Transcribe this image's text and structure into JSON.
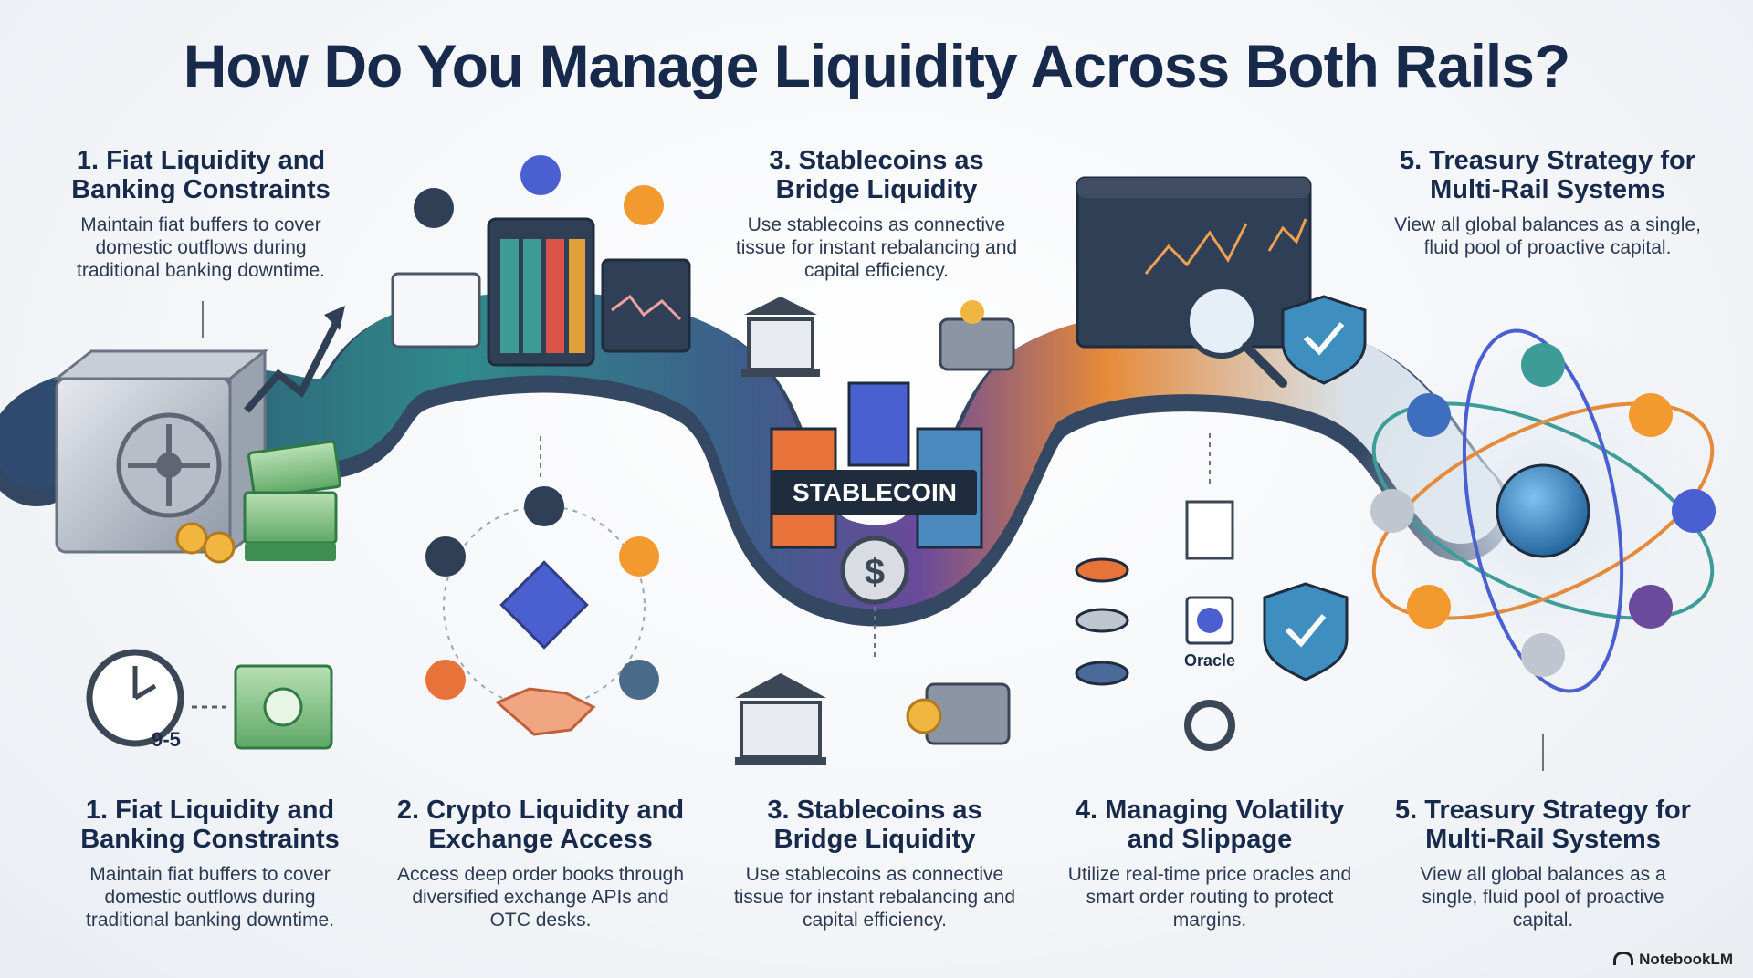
{
  "title": "How Do You Manage Liquidity Across Both Rails?",
  "top": [
    {
      "heading": "1. Fiat Liquidity and Banking Constraints",
      "desc": "Maintain fiat buffers to cover domestic outflows during traditional banking downtime."
    },
    {
      "heading": "3. Stablecoins as Bridge Liquidity",
      "desc": "Use stablecoins as connective tissue for instant rebalancing and capital efficiency."
    },
    {
      "heading": "5. Treasury Strategy for Multi-Rail Systems",
      "desc": "View all global balances as a single, fluid pool of proactive capital."
    }
  ],
  "bottom": [
    {
      "heading": "1. Fiat Liquidity and Banking Constraints",
      "desc": "Maintain fiat buffers to cover domestic outflows during traditional banking downtime."
    },
    {
      "heading": "2. Crypto Liquidity and Exchange Access",
      "desc": "Access deep order books through diversified exchange APIs and OTC desks."
    },
    {
      "heading": "3. Stablecoins as Bridge Liquidity",
      "desc": "Use stablecoins as connective tissue for instant rebalancing and capital efficiency."
    },
    {
      "heading": "4. Managing Volatility and Slippage",
      "desc": "Utilize real-time price oracles and smart order routing to protect margins."
    },
    {
      "heading": "5. Treasury Strategy for Multi-Rail Systems",
      "desc": "View all global balances as a single, fluid pool of proactive capital."
    }
  ],
  "labels": {
    "stablecoin": "STABLECOIN",
    "oracle": "Oracle",
    "hours": "9-5",
    "brand": "NotebookLM"
  },
  "icons": {
    "vault": "vault-icon",
    "cash": "cash-stack-icon",
    "clock": "clock-icon",
    "bank": "bank-icon",
    "wallet": "wallet-icon",
    "shield": "shield-check-icon",
    "globe": "globe-icon",
    "handshake": "handshake-icon"
  },
  "colors": {
    "title": "#172a4b",
    "road_navy": "#2f4a6e",
    "road_teal": "#2f8a8a",
    "road_purple": "#6a4a9a",
    "road_orange": "#e58a3a",
    "cash_green": "#2f8a4f",
    "bitcoin": "#f29a2e",
    "ethereum": "#4a5fd0"
  }
}
